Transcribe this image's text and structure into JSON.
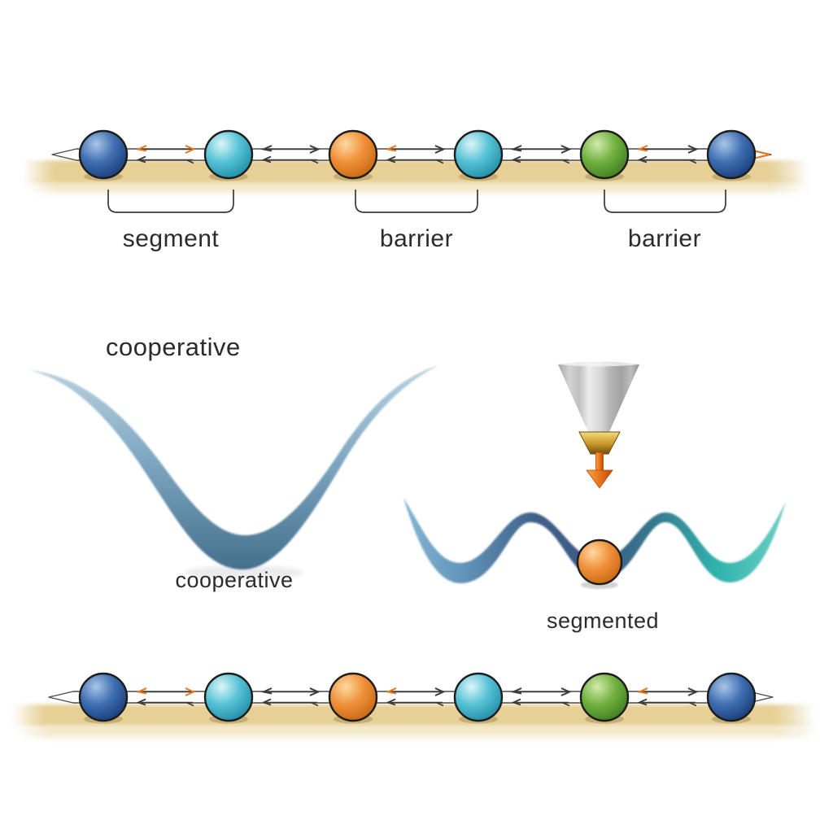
{
  "figure": {
    "labels": {
      "segment": "segment",
      "barrier_1": "barrier",
      "barrier_2": "barrier",
      "cooperative_title": "cooperative",
      "cooperative_caption": "cooperative",
      "segmented_caption": "segmented"
    },
    "chain": {
      "top_row_spheres": [
        "blue",
        "cyan",
        "orange",
        "cyan",
        "green",
        "blue"
      ],
      "bottom_row_spheres": [
        "blue",
        "cyan",
        "orange",
        "cyan",
        "green",
        "blue"
      ],
      "trapped_sphere": "orange"
    },
    "icons": {
      "cone": "laser-focus-cone",
      "down_arrow": "orange-down-arrow",
      "track_ends": "outlined-left-and-right-arrowheads",
      "hop_arrows": "equilibrium-harpoon-arrows"
    }
  },
  "colors": {
    "background": "#ffffff",
    "band_tan": "#e6d096",
    "band_tan_deep": "#d9c17c",
    "text": "#2b2b2b",
    "outline_dark": "#1c1c1c",
    "arrow_dark": "#3a3a3a",
    "arrow_orange": "#e8761a",
    "arrow_orange_deep": "#b84a08",
    "sphere_blue_light": "#aac5e6",
    "sphere_blue": "#3f6fb2",
    "sphere_blue_dark": "#173a74",
    "sphere_cyan_light": "#dcf5f7",
    "sphere_cyan": "#55c2d6",
    "sphere_cyan_dark": "#1e8aa4",
    "sphere_orange_light": "#fdd9a0",
    "sphere_orange": "#f0913a",
    "sphere_orange_dark": "#c66410",
    "sphere_green_light": "#d3eaac",
    "sphere_green": "#71b23f",
    "sphere_green_dark": "#3c7a1e",
    "well_blue_light": "#bcd3e0",
    "well_blue": "#7fa8c2",
    "well_blue_dark": "#44708c",
    "segmented_left": "#84b6d4",
    "segmented_middle": "#3a5a82",
    "segmented_right": "#2fb3ad",
    "segmented_right_light": "#6ecfc6",
    "cone_gray_light": "#ececec",
    "cone_gray": "#b5b5b5",
    "cone_gray_dark": "#8f8f8f",
    "tip_gold_light": "#f2dc7a",
    "tip_gold": "#c9962b",
    "tip_gold_dark": "#6b4e0e"
  }
}
